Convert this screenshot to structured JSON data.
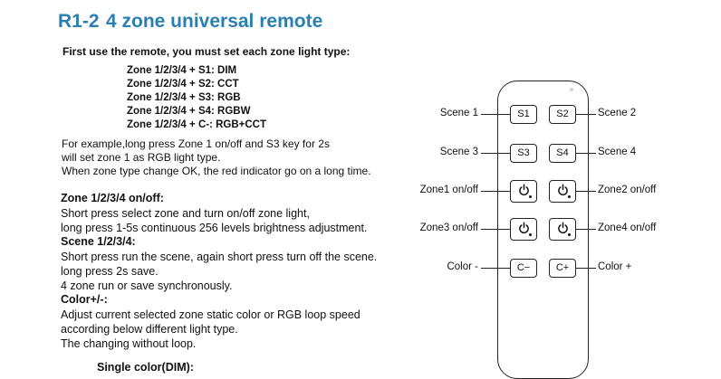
{
  "header": {
    "code": "R1-2",
    "title": "4 zone universal remote"
  },
  "intro": "First use the remote, you must set each zone light type:",
  "zone_types": [
    "Zone 1/2/3/4 + S1: DIM",
    "Zone 1/2/3/4 + S2: CCT",
    "Zone 1/2/3/4 + S3: RGB",
    "Zone 1/2/3/4 + S4: RGBW",
    "Zone 1/2/3/4 + C-: RGB+CCT"
  ],
  "example_lines": [
    "For example,long press Zone 1 on/off  and S3 key for 2s",
    "will set zone 1 as RGB light type.",
    "When zone type change OK, the red indicator go on a long time."
  ],
  "sections": [
    {
      "heading": "Zone 1/2/3/4 on/off:",
      "lines": [
        "Short press select zone and turn on/off zone light,",
        "long press 1-5s continuous 256 levels brightness adjustment."
      ]
    },
    {
      "heading": "Scene 1/2/3/4:",
      "lines": [
        "Short press run the scene, again short press turn off the scene.",
        "long press 2s save.",
        "4 zone run or save synchronously."
      ]
    },
    {
      "heading": "Color+/-:",
      "lines": [
        "Adjust current selected zone static color or RGB loop speed",
        "according below different light type.",
        "The changing without loop."
      ]
    }
  ],
  "single_color": "Single color(DIM):",
  "remote": {
    "buttons": {
      "s1": "S1",
      "s2": "S2",
      "s3": "S3",
      "s4": "S4",
      "c_minus": "C−",
      "c_plus": "C+"
    },
    "labels": {
      "scene1": "Scene 1",
      "scene2": "Scene 2",
      "scene3": "Scene 3",
      "scene4": "Scene 4",
      "zone1": "Zone1 on/off",
      "zone2": "Zone2 on/off",
      "zone3": "Zone3 on/off",
      "zone4": "Zone4 on/off",
      "color_minus": "Color -",
      "color_plus": "Color +"
    }
  }
}
